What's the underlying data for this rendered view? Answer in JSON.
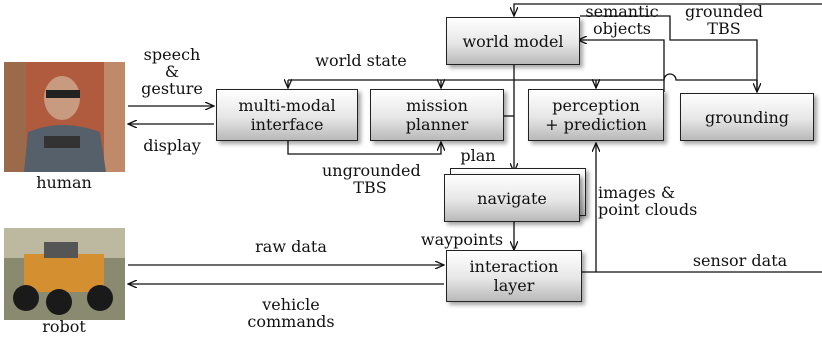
{
  "nodes": {
    "world_model": "world model",
    "multimodal_interface": [
      "multi-modal",
      "interface"
    ],
    "mission_planner": [
      "mission",
      "planner"
    ],
    "perception_prediction": [
      "perception",
      "+ prediction"
    ],
    "grounding": "grounding",
    "navigate": "navigate",
    "interaction_layer": [
      "interaction",
      "layer"
    ]
  },
  "edge_labels": {
    "speech_gesture": [
      "speech",
      "&",
      "gesture"
    ],
    "display": "display",
    "world_state": "world state",
    "semantic_objects": [
      "semantic",
      "objects"
    ],
    "grounded_tbs": [
      "grounded",
      "TBS"
    ],
    "ungrounded_tbs": [
      "ungrounded",
      "TBS"
    ],
    "plan": "plan",
    "images_point_clouds": [
      "images &",
      "point clouds"
    ],
    "waypoints": "waypoints",
    "raw_data": "raw data",
    "sensor_data": "sensor data",
    "vehicle_commands": [
      "vehicle",
      "commands"
    ]
  },
  "actors": {
    "human": "human",
    "robot": "robot"
  }
}
